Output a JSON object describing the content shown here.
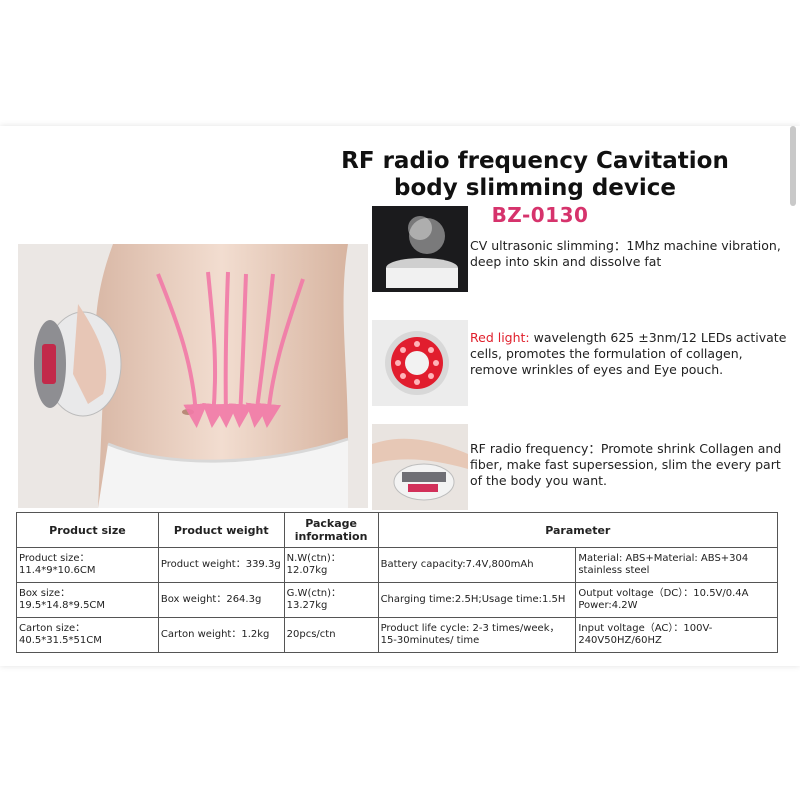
{
  "header": {
    "title": "RF radio frequency Cavitation body slimming device",
    "model": "BZ-0130"
  },
  "features": [
    {
      "highlight": "",
      "text": "CV ultrasonic slimming：1Mhz machine vibration, deep into skin and dissolve fat"
    },
    {
      "highlight": "Red light:",
      "text": " wavelength 625 ±3nm/12 LEDs activate cells, promotes the formulation of collagen, remove wrinkles of eyes and Eye pouch."
    },
    {
      "highlight": "",
      "text": "RF radio frequency：Promote shrink Collagen and fiber, make fast supersession, slim the every part of the body you want."
    }
  ],
  "table": {
    "headers": [
      "Product size",
      "Product weight",
      "Package information",
      "Parameter"
    ],
    "rows": [
      [
        "Product size：11.4*9*10.6CM",
        "Product weight：339.3g",
        "N.W(ctn)：12.07kg",
        "Battery capacity:7.4V,800mAh",
        "Material: ABS+Material: ABS+304 stainless steel"
      ],
      [
        "Box size：19.5*14.8*9.5CM",
        "Box weight：264.3g",
        "G.W(ctn)：13.27kg",
        "Charging time:2.5H;Usage time:1.5H",
        "Output voltage（DC）：10.5V/0.4A Power:4.2W"
      ],
      [
        "Carton size：40.5*31.5*51CM",
        "Carton weight：1.2kg",
        "20pcs/ctn",
        "Product life cycle: 2-3 times/week，15-30minutes/ time",
        "Input voltage（AC）：100V-240V50HZ/60HZ"
      ]
    ]
  },
  "colors": {
    "model": "#d6336c",
    "highlight": "#e0202c",
    "arrows": "#f27aa8"
  }
}
